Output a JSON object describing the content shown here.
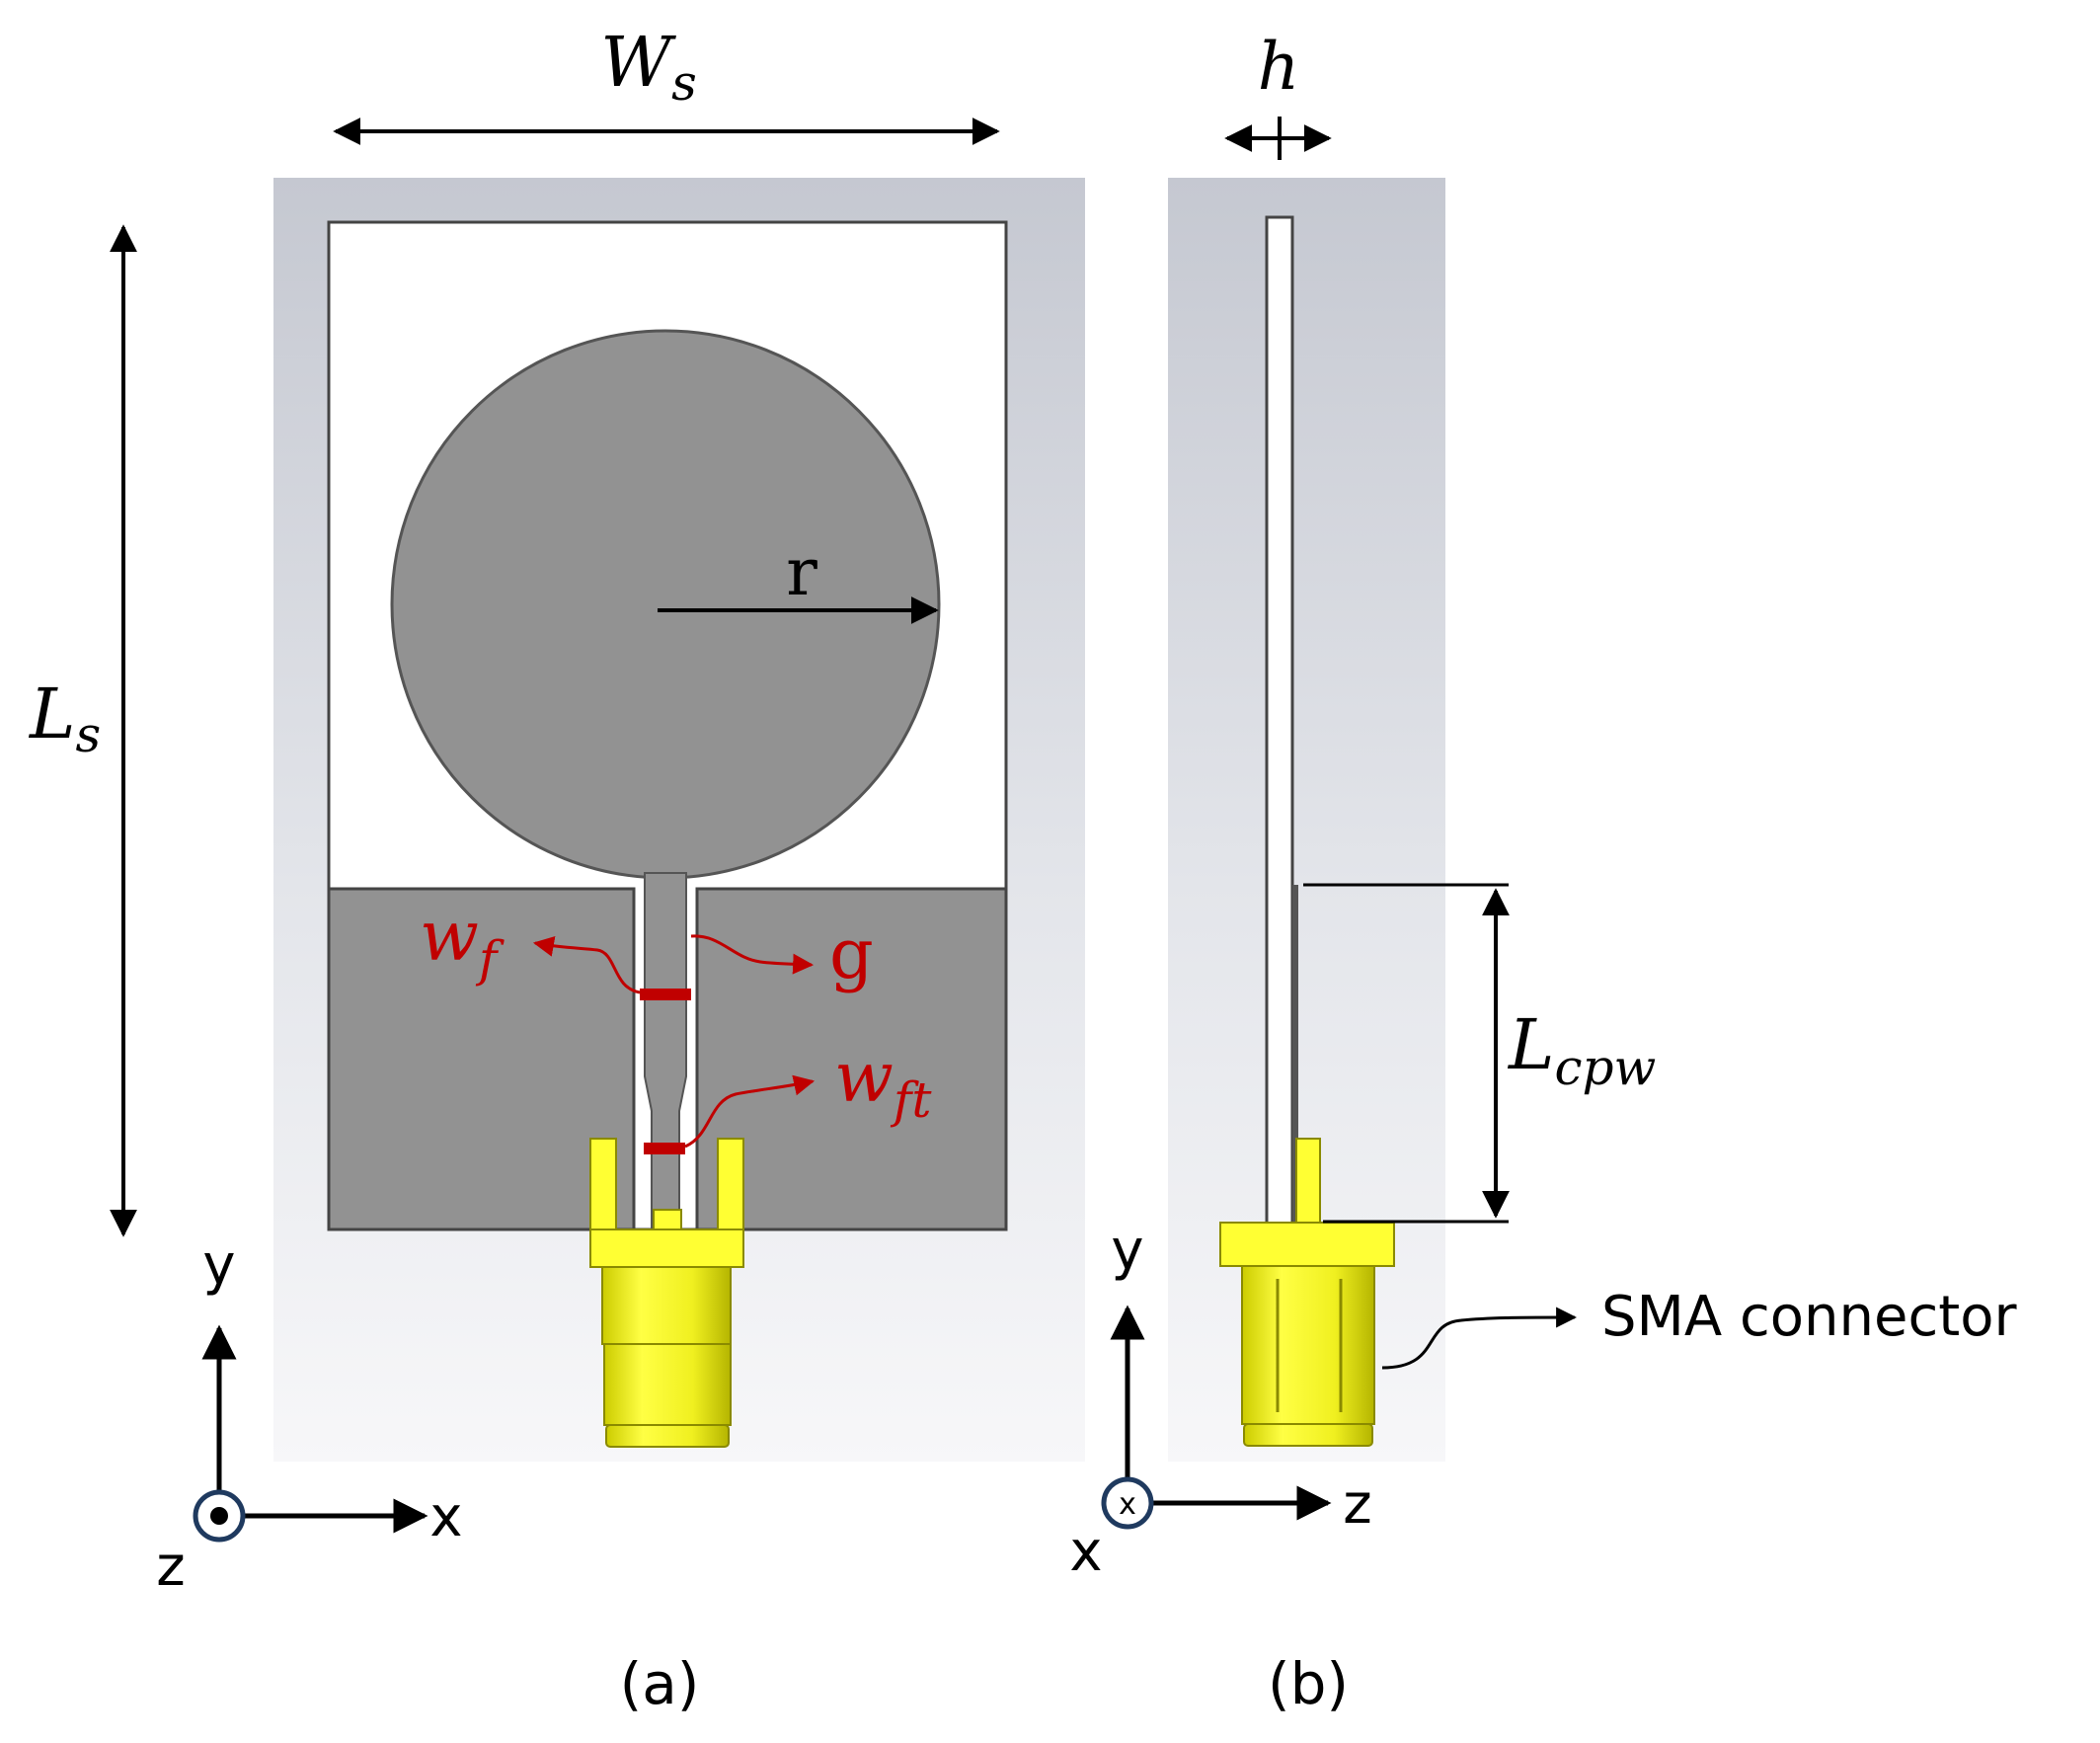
{
  "labels": {
    "Ws": {
      "main": "W",
      "sub": "s"
    },
    "h": "h",
    "Ls": {
      "main": "L",
      "sub": "s"
    },
    "r": "r",
    "wf": {
      "main": "w",
      "sub": "f"
    },
    "g": "g",
    "wft": {
      "main": "w",
      "sub": "ft"
    },
    "Lcpw": {
      "main": "L",
      "sub": "cpw"
    },
    "sma": "SMA connector",
    "caption_a": "(a)",
    "caption_b": "(b)"
  },
  "axes_a": {
    "x": "x",
    "y": "y",
    "z": "z"
  },
  "axes_b": {
    "y": "y",
    "z": "z",
    "x_bottom": "x",
    "x_marker": "x"
  },
  "colors": {
    "background_gray": "#c9ccd4",
    "substrate": "#ffffff",
    "copper": "#929292",
    "connector": "#ffff33",
    "connector_dark": "#b8b800",
    "annotation_red": "#c00000",
    "annotation_black": "#000000",
    "axis_circle": "#1f3a5f"
  }
}
